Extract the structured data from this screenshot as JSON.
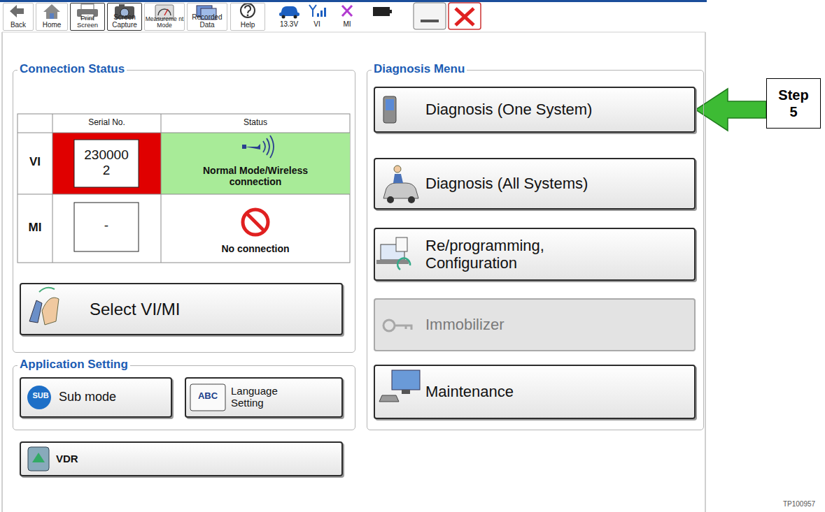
{
  "diagram": {
    "nodes": [
      {
        "text": [
          "Back"
        ]
      },
      {
        "text": [
          "Home"
        ]
      },
      {
        "text": [
          "Print Screen"
        ]
      },
      {
        "text": [
          "Screen Capture"
        ]
      },
      {
        "text": [
          "Measureme nt Mode"
        ]
      },
      {
        "text": [
          "Recorded Data"
        ]
      },
      {
        "text": [
          "Help"
        ]
      },
      {
        "text": [
          "Connection Status"
        ]
      },
      {
        "text": [
          "Select VI/MI"
        ],
        "in": 7
      },
      {
        "text": [
          "Application Setting"
        ]
      },
      {
        "text": [
          "SUB",
          "Sub mode"
        ],
        "in": 9
      },
      {
        "text": [
          "ABC",
          "Language Setting"
        ],
        "in": 9
      },
      {
        "text": [
          "VDR"
        ]
      },
      {
        "text": [
          "Diagnosis Menu"
        ]
      },
      {
        "text": [
          "Diagnosis (One System)"
        ],
        "in": 13
      },
      {
        "text": [
          "Diagnosis (All Systems)"
        ],
        "in": 13
      },
      {
        "text": [
          "Re/programming, Configuration"
        ],
        "in": 13
      },
      {
        "text": [
          "Immobilizer"
        ],
        "in": 13
      },
      {
        "text": [
          "Maintenance"
        ],
        "in": 13
      },
      {
        "text": [
          "Step 5"
        ]
      }
    ],
    "edges": [
      {
        "from": 19,
        "to": 14,
        "arrow": "to"
      }
    ],
    "labels": [
      "13.3V",
      "VI",
      "MI",
      "Serial No.",
      "Status",
      "VI",
      "230000 2",
      "Normal Mode/Wireless connection",
      "MI",
      "-",
      "No connection",
      "TP100957"
    ]
  }
}
